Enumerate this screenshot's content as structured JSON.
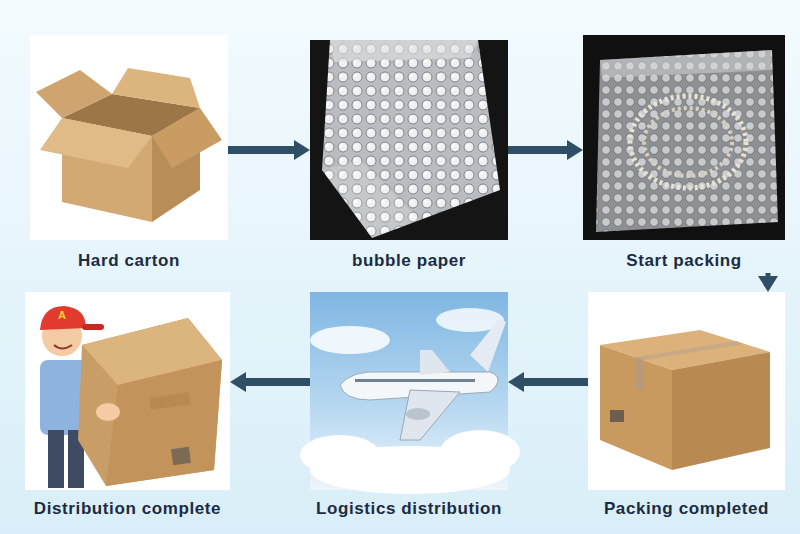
{
  "diagram": {
    "nodes": [
      {
        "text": [
          "Hard carton"
        ]
      },
      {
        "text": [
          "bubble paper"
        ]
      },
      {
        "text": [
          "Start packing"
        ]
      },
      {
        "text": [
          "Distribution complete"
        ]
      },
      {
        "text": [
          "Logistics distribution"
        ]
      },
      {
        "text": [
          "Packing completed"
        ]
      }
    ],
    "edges": [
      {
        "from": 0,
        "to": 1,
        "arrow": "to"
      },
      {
        "from": 1,
        "to": 2,
        "arrow": "to"
      },
      {
        "from": 2,
        "to": 5,
        "arrow": "to"
      },
      {
        "from": 5,
        "to": 4,
        "arrow": "to"
      },
      {
        "from": 4,
        "to": 3,
        "arrow": "to"
      }
    ],
    "labels": [
      "A"
    ]
  }
}
